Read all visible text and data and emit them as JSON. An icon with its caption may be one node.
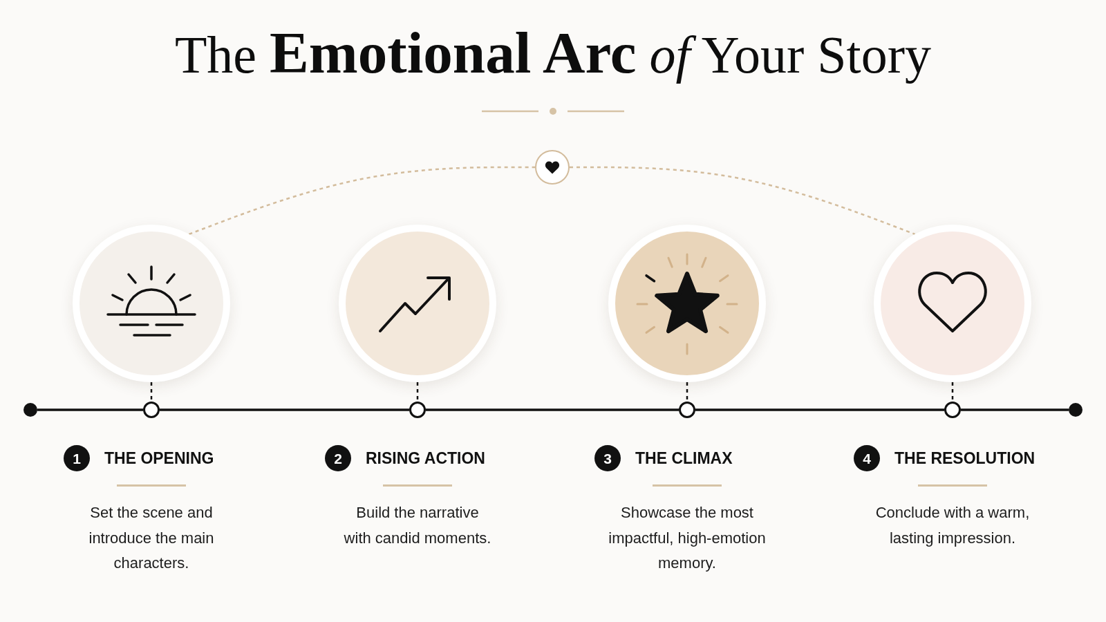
{
  "diagram": {
    "title": "The **Emotional Arc** *of* Your Story",
    "nodes": [
      {
        "text": [],
        "shape": "circle"
      },
      {
        "text": [],
        "shape": "circle"
      },
      {
        "text": [],
        "shape": "circle"
      },
      {
        "text": [],
        "shape": "circle"
      },
      {
        "text": [],
        "shape": "circle"
      },
      {
        "text": [],
        "shape": "circle"
      },
      {
        "text": [],
        "shape": "circle"
      },
      {
        "text": [],
        "shape": "circle"
      },
      {
        "text": [],
        "shape": "circle"
      },
      {
        "text": [],
        "shape": "circle"
      },
      {
        "text": [],
        "shape": "circle"
      },
      {
        "text": [
          "1"
        ],
        "beside": [
          "THE OPENING",
          "Set the scene and introduce the main characters."
        ]
      },
      {
        "text": [
          "2"
        ],
        "beside": [
          "RISING ACTION",
          "Build the narrative with candid moments."
        ]
      },
      {
        "text": [
          "3"
        ],
        "beside": [
          "THE CLIMAX",
          "Showcase the most impactful, high-emotion memory."
        ]
      },
      {
        "text": [
          "4"
        ],
        "beside": [
          "THE RESOLUTION",
          "Conclude with a warm, lasting impression."
        ]
      }
    ],
    "edges": [
      {
        "from": 1,
        "to": 0,
        "arrow": "none",
        "style": "dashed",
        "color": "#d3bc9c"
      },
      {
        "from": 0,
        "to": 4,
        "arrow": "none",
        "style": "dashed",
        "color": "#d3bc9c"
      },
      {
        "from": 1,
        "to": 6,
        "arrow": "none",
        "style": "dashed"
      },
      {
        "from": 2,
        "to": 7,
        "arrow": "none",
        "style": "dashed"
      },
      {
        "from": 3,
        "to": 8,
        "arrow": "none",
        "style": "dashed"
      },
      {
        "from": 4,
        "to": 9,
        "arrow": "none",
        "style": "dashed"
      },
      {
        "from": 5,
        "to": 6,
        "arrow": "none"
      },
      {
        "from": 6,
        "to": 7,
        "arrow": "none"
      },
      {
        "from": 7,
        "to": 8,
        "arrow": "none"
      },
      {
        "from": 8,
        "to": 9,
        "arrow": "none"
      },
      {
        "from": 9,
        "to": 10,
        "arrow": "none"
      }
    ]
  }
}
